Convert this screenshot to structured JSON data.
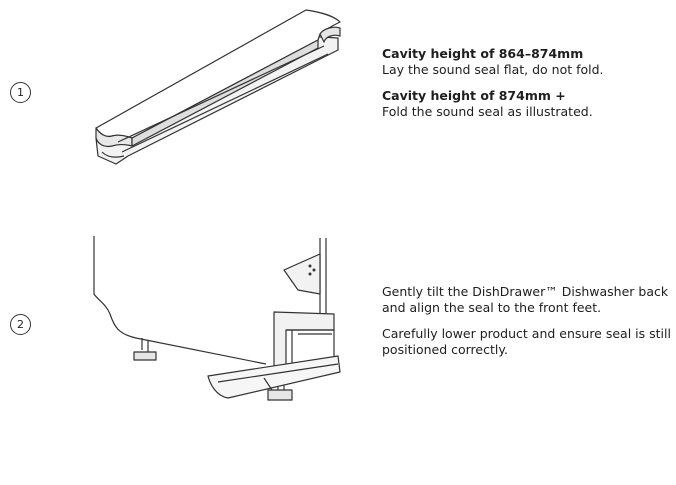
{
  "steps": [
    {
      "number": "1",
      "items": [
        {
          "heading": "Cavity height of 864–874mm",
          "text": "Lay the sound seal flat, do not fold."
        },
        {
          "heading": "Cavity height of 874mm +",
          "text": "Fold the sound seal as illustrated."
        }
      ]
    },
    {
      "number": "2",
      "paragraphs": [
        "Gently tilt the DishDrawer™ Dishwasher back and align the seal to the front feet.",
        "Carefully lower product and ensure seal is still positioned correctly."
      ]
    }
  ]
}
